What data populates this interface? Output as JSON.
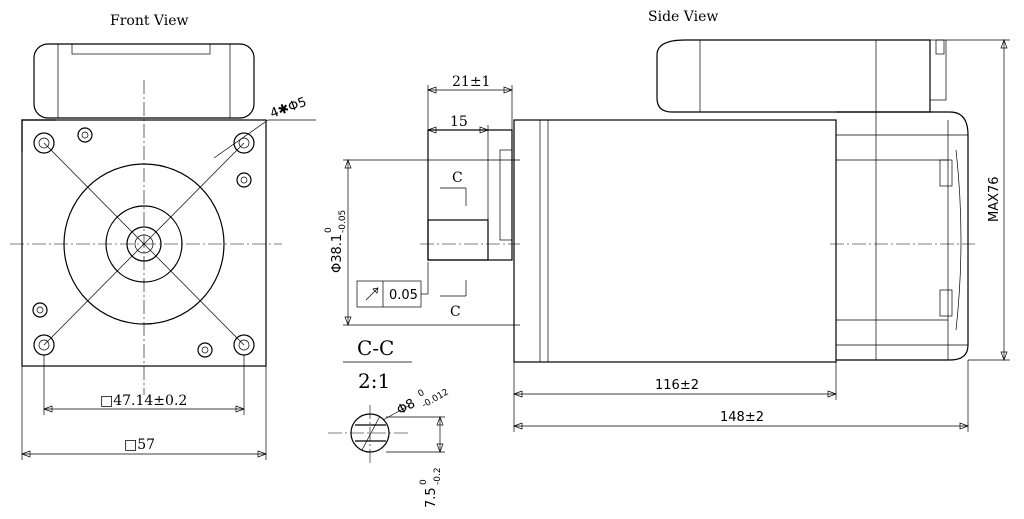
{
  "views": {
    "front_title": "Front View",
    "side_title": "Side View",
    "section_title": "C-C",
    "section_scale": "2:1"
  },
  "dimensions": {
    "hole_callout": "4✱Φ5",
    "bolt_square": "□47.14±0.2",
    "body_square": "□57",
    "shaft_diameter": "Φ38.1",
    "shaft_diameter_tol_upper": "0",
    "shaft_diameter_tol_lower": "-0.05",
    "shaft_length": "21±1",
    "key_length": "15",
    "section_mark_top": "C",
    "section_mark_bottom": "C",
    "runout_value": "0.05",
    "body_length": "116±2",
    "total_length": "148±2",
    "max_height": "MAX76",
    "shaft_d": "Φ8",
    "shaft_d_tol_upper": "0",
    "shaft_d_tol_lower": "-0.012",
    "flat_depth": "7.5",
    "flat_depth_tol_upper": "0",
    "flat_depth_tol_lower": "-0.2"
  }
}
